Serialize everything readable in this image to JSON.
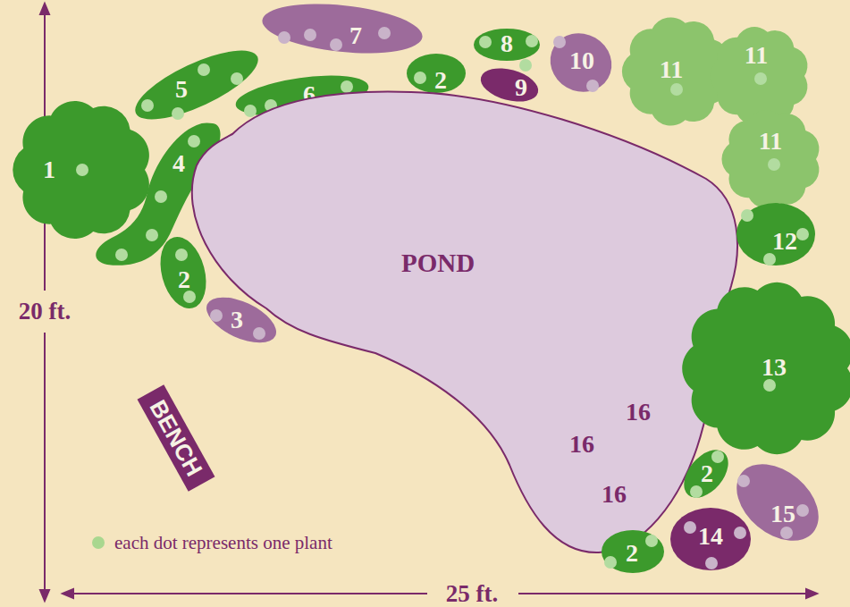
{
  "diagram": {
    "nodes": [
      {
        "text": [
          "7"
        ]
      },
      {
        "text": [
          "8"
        ]
      },
      {
        "text": [
          "10"
        ]
      },
      {
        "text": [
          "11"
        ]
      },
      {
        "text": [
          "11"
        ]
      },
      {
        "text": [
          "5"
        ]
      },
      {
        "text": [
          "6"
        ]
      },
      {
        "text": [
          "2"
        ]
      },
      {
        "text": [
          "9"
        ]
      },
      {
        "text": [
          "1"
        ]
      },
      {
        "text": [
          "4"
        ]
      },
      {
        "text": [
          "11"
        ]
      },
      {
        "text": [
          "POND",
          "16",
          "16",
          "16"
        ]
      },
      {
        "text": [
          "12"
        ]
      },
      {
        "text": [
          "2"
        ]
      },
      {
        "text": [
          "3"
        ]
      },
      {
        "text": [
          "13"
        ]
      },
      {
        "text": [
          "BENCH"
        ]
      },
      {
        "text": [
          "2"
        ]
      },
      {
        "text": [
          "15"
        ]
      },
      {
        "text": [
          "14"
        ]
      },
      {
        "text": [
          "2"
        ]
      }
    ],
    "labels": [
      "20 ft.",
      "25 ft."
    ],
    "legend": [
      {
        "text": "each dot represents one plant"
      }
    ]
  }
}
